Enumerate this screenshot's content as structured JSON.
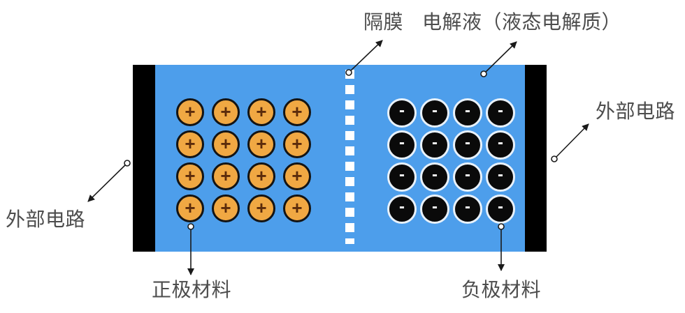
{
  "labels": {
    "separator": "隔膜",
    "electrolyte": "电解液（液态电解质）",
    "external_circuit_left": "外部电路",
    "external_circuit_right": "外部电路",
    "positive_material": "正极材料",
    "negative_material": "负极材料"
  },
  "ions": {
    "positive": {
      "symbol": "+",
      "rows": 4,
      "cols": 4,
      "count": 16
    },
    "negative": {
      "symbol": "-",
      "rows": 4,
      "cols": 4,
      "count": 16
    }
  },
  "colors": {
    "electrolyte_blue": "#4D9EEB",
    "electrode_black": "#000000",
    "positive_ion_fill": "#F0A843",
    "positive_ion_border": "#141414",
    "positive_symbol": "#5B2B0B",
    "negative_ion_fill": "#0A0A0A",
    "negative_ion_ring": "#E8F1FA",
    "separator_dash": "#FFFFFF",
    "label_text": "#4D4D4D",
    "arrow": "#1A1A1A"
  }
}
